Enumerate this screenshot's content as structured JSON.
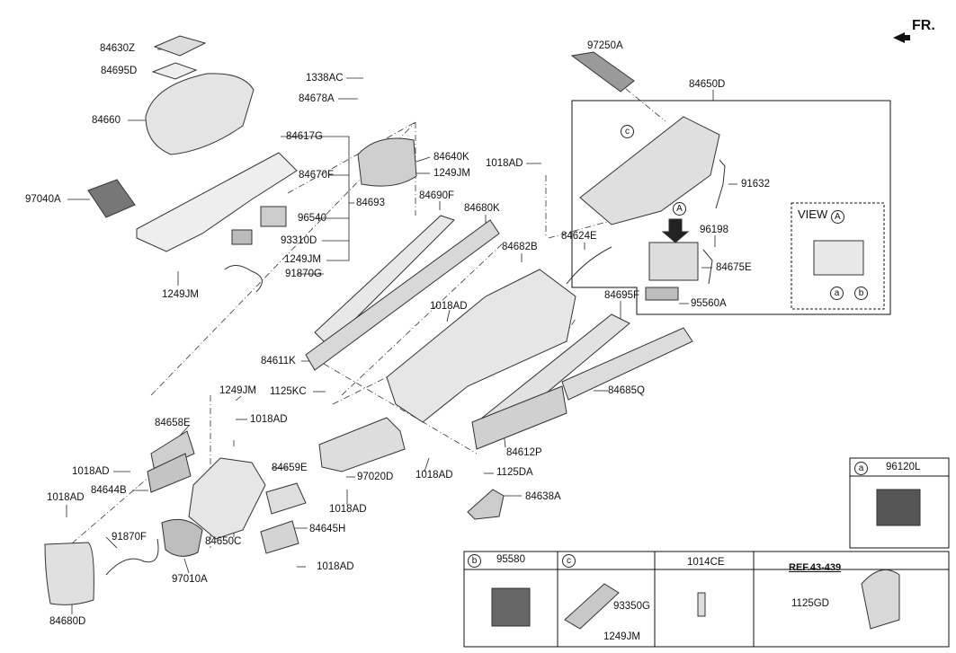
{
  "orientation_label": "FR.",
  "view_label": "VIEW",
  "view_marker": "A",
  "parts": [
    {
      "id": "84630Z"
    },
    {
      "id": "84695D"
    },
    {
      "id": "84660"
    },
    {
      "id": "97040A"
    },
    {
      "id": "1249JM"
    },
    {
      "id": "1338AC"
    },
    {
      "id": "84678A"
    },
    {
      "id": "84617G"
    },
    {
      "id": "84640K"
    },
    {
      "id": "1249JM"
    },
    {
      "id": "84670F"
    },
    {
      "id": "84693"
    },
    {
      "id": "96540"
    },
    {
      "id": "93310D"
    },
    {
      "id": "1249JM"
    },
    {
      "id": "91870G"
    },
    {
      "id": "1018AD"
    },
    {
      "id": "97250A"
    },
    {
      "id": "84650D"
    },
    {
      "id": "91632"
    },
    {
      "id": "96198"
    },
    {
      "id": "84675E"
    },
    {
      "id": "95560A"
    },
    {
      "id": "84690F"
    },
    {
      "id": "84680K"
    },
    {
      "id": "84682B"
    },
    {
      "id": "84624E"
    },
    {
      "id": "1018AD"
    },
    {
      "id": "84611K"
    },
    {
      "id": "84695F"
    },
    {
      "id": "84685Q"
    },
    {
      "id": "1249JM"
    },
    {
      "id": "1125KC"
    },
    {
      "id": "1018AD"
    },
    {
      "id": "84658E"
    },
    {
      "id": "1018AD"
    },
    {
      "id": "84644B"
    },
    {
      "id": "1018AD"
    },
    {
      "id": "84659E"
    },
    {
      "id": "97020D"
    },
    {
      "id": "1018AD"
    },
    {
      "id": "1018AD"
    },
    {
      "id": "84612P"
    },
    {
      "id": "1125DA"
    },
    {
      "id": "84638A"
    },
    {
      "id": "91870F"
    },
    {
      "id": "84645H"
    },
    {
      "id": "84650C"
    },
    {
      "id": "1018AD"
    },
    {
      "id": "97010A"
    },
    {
      "id": "84680D"
    }
  ],
  "callouts": {
    "a": "a",
    "b": "b",
    "c": "c",
    "A": "A"
  },
  "legend": {
    "a": {
      "marker": "a",
      "part": "96120L"
    },
    "b": {
      "marker": "b",
      "part": "95580"
    },
    "c": {
      "marker": "c",
      "sub1": "93350G",
      "sub2": "1249JM"
    },
    "d": {
      "part": "1014CE"
    },
    "ref": {
      "text": "REF.43-439",
      "part": "1125GD"
    }
  }
}
